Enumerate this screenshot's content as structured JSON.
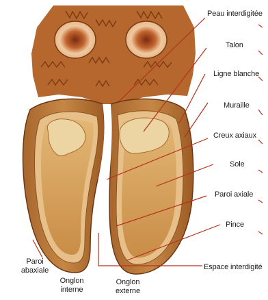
{
  "labels": {
    "peau_interdigitee": "Peau interdigitée",
    "talon": "Talon",
    "ligne_blanche": "Ligne blanche",
    "muraille": "Muraille",
    "creux_axiaux": "Creux axiaux",
    "sole": "Sole",
    "paroi_axiale": "Paroi axiale",
    "pince": "Pince",
    "espace_interdigite": "Espace interdigité",
    "paroi_abaxiale_1": "Paroi",
    "paroi_abaxiale_2": "abaxiale",
    "onglon_interne_1": "Onglon",
    "onglon_interne_2": "interne",
    "onglon_externe_1": "Onglon",
    "onglon_externe_2": "externe"
  },
  "colors": {
    "skin": "#b5672e",
    "skin_dark": "#8a4517",
    "wall": "#9a5a25",
    "wall_light": "#c98a46",
    "white_line": "#e8c48a",
    "sole": "#d9a35c",
    "heel": "#ecd5a2",
    "leader": "#b4321c"
  }
}
